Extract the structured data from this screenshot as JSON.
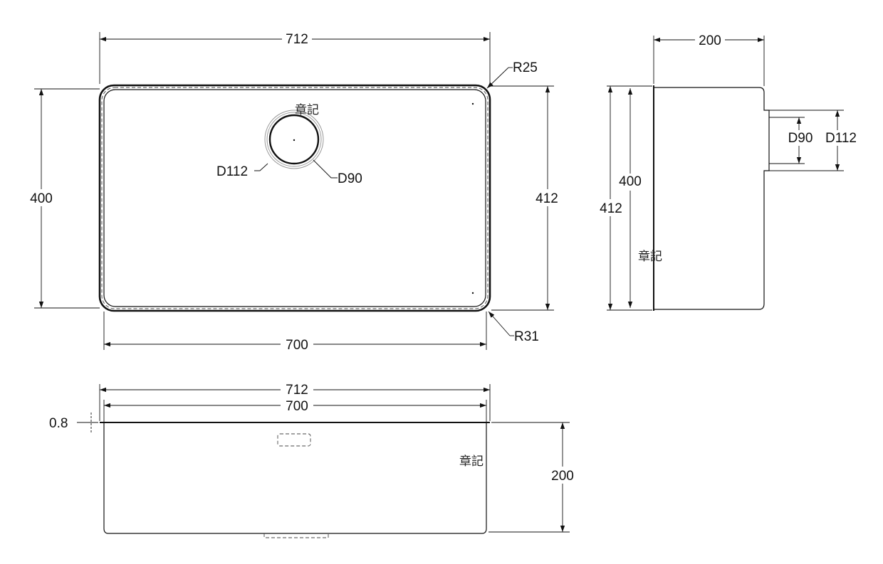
{
  "top_view": {
    "overall_width": "712",
    "inner_width": "700",
    "overall_depth": "412",
    "inner_depth": "400",
    "radius_top": "R25",
    "radius_bottom": "R31",
    "drain_outer": "D112",
    "drain_inner": "D90",
    "stamp": "章記"
  },
  "side_view": {
    "height": "200",
    "overall_depth": "412",
    "inner_depth": "400",
    "drain_inner": "D90",
    "drain_outer": "D112",
    "stamp": "章記"
  },
  "front_view": {
    "overall_width": "712",
    "inner_width": "700",
    "thickness": "0.8",
    "height": "200",
    "stamp": "章記"
  }
}
